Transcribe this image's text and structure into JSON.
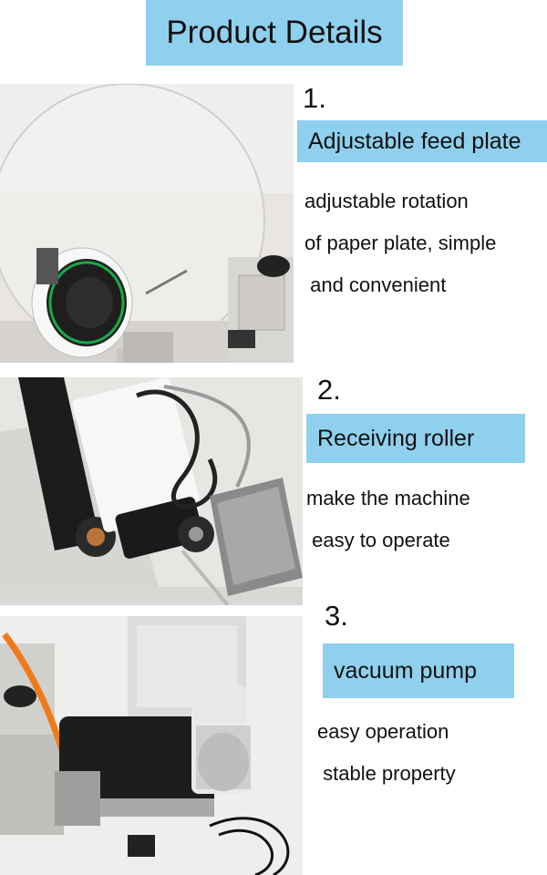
{
  "header": {
    "title": "Product Details"
  },
  "sections": [
    {
      "number": "1.",
      "label": "Adjustable feed plate",
      "lines": [
        "adjustable rotation",
        "of paper plate, simple",
        " and convenient"
      ],
      "photo_icon": "label-roll-feed-plate"
    },
    {
      "number": "2.",
      "label": "Receiving roller",
      "lines": [
        "make the machine",
        " easy to operate"
      ],
      "photo_icon": "receiving-roller-foot-pedal"
    },
    {
      "number": "3.",
      "label": "vacuum pump",
      "lines": [
        "easy operation",
        " stable property"
      ],
      "photo_icon": "vacuum-pump-motor"
    }
  ],
  "colors": {
    "accent": "#8fd0ee",
    "text": "#111111",
    "background": "#ffffff"
  }
}
